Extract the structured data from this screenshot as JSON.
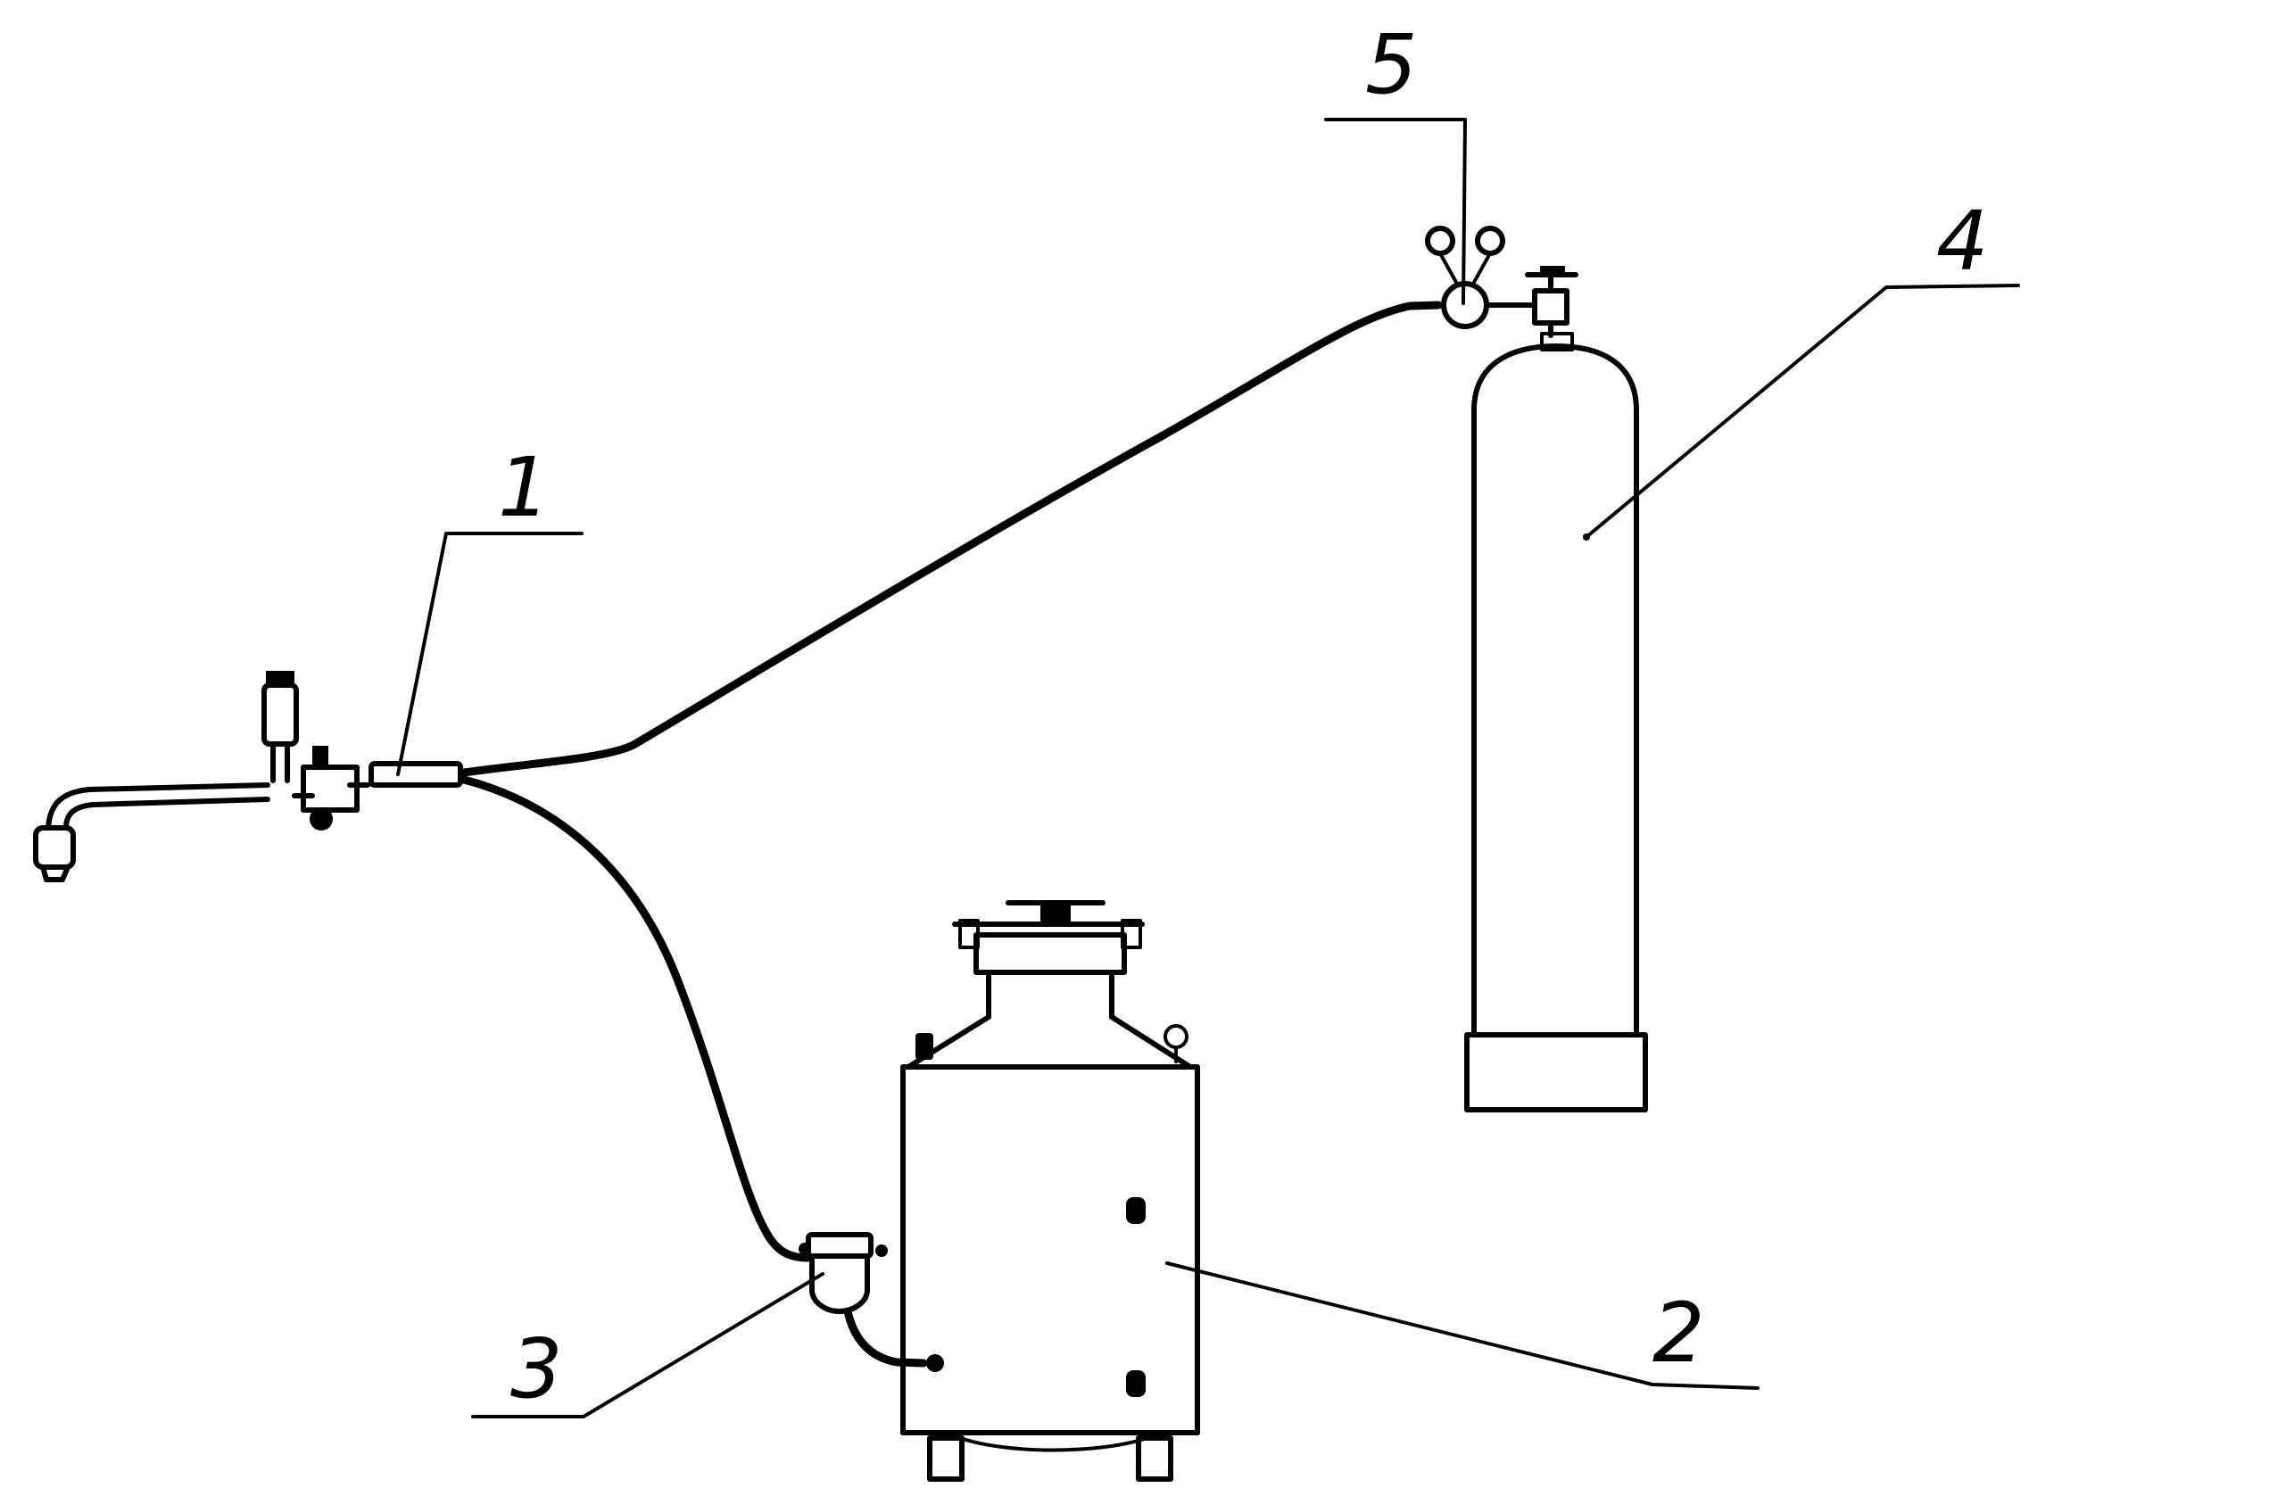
{
  "callouts": [
    {
      "id": "1",
      "label": "1"
    },
    {
      "id": "2",
      "label": "2"
    },
    {
      "id": "3",
      "label": "3"
    },
    {
      "id": "4",
      "label": "4"
    },
    {
      "id": "5",
      "label": "5"
    }
  ],
  "icons": [
    "spray-gun-icon",
    "pressure-tank-icon",
    "filter-icon",
    "gas-cylinder-icon",
    "pressure-regulator-icon"
  ],
  "colors": {
    "ink": "#000000",
    "background": "#ffffff"
  }
}
